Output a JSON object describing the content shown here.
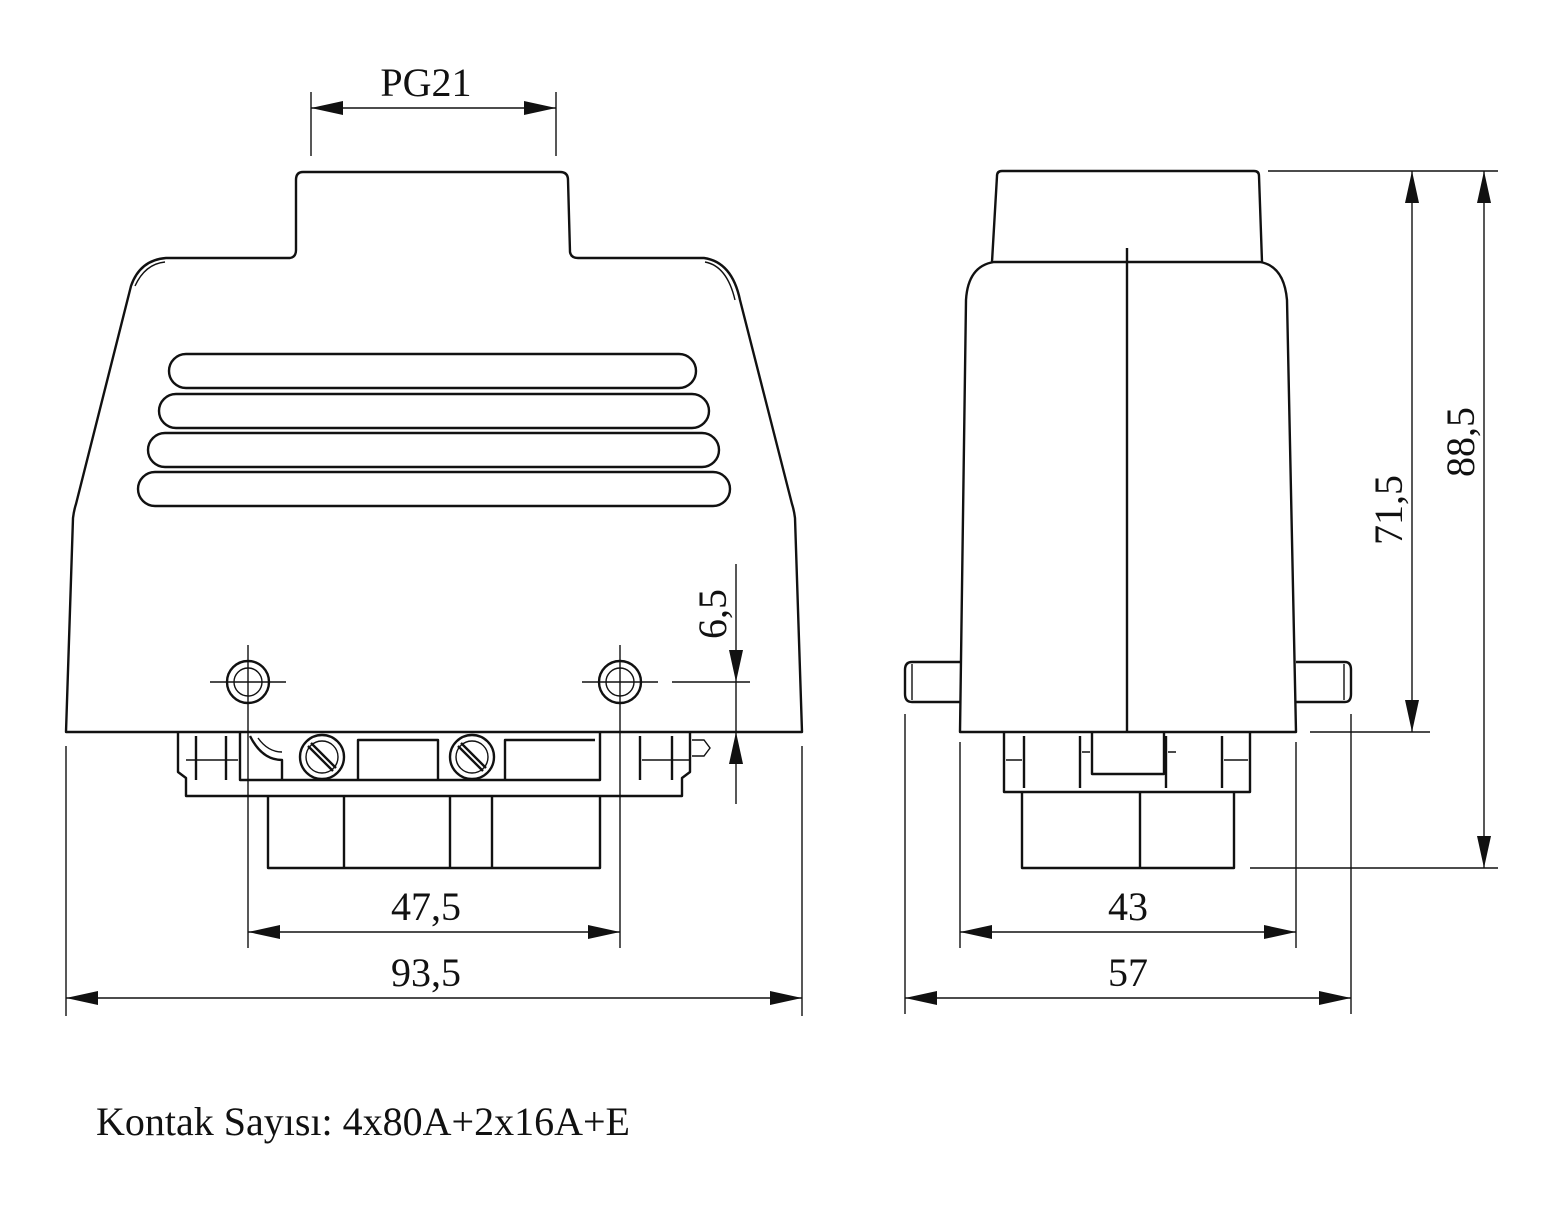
{
  "dimensions": {
    "pg_thread": "PG21",
    "front_width_inner": "47,5",
    "front_width_overall": "93,5",
    "screw_offset": "6,5",
    "side_width_inner": "43",
    "side_width_overall": "57",
    "side_height_body": "71,5",
    "side_height_overall": "88,5"
  },
  "caption": {
    "contact_count": "Kontak Sayısı: 4x80A+2x16A+E"
  }
}
